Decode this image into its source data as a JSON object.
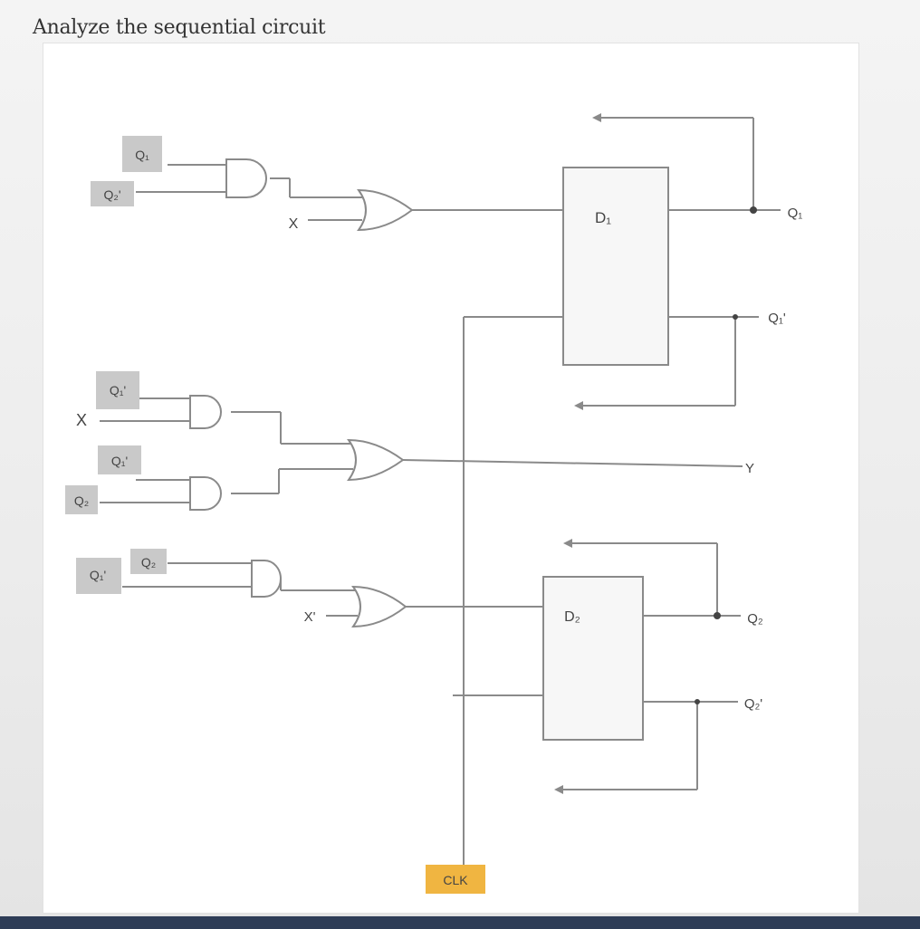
{
  "title": "Analyze the sequential circuit",
  "labels": {
    "top_and_in1": "Q₁",
    "top_and_in2": "Q₂'",
    "top_or_x": "X",
    "ff1_d": "D₁",
    "ff1_q": "Q₁",
    "ff1_qn": "Q₁'",
    "mid_and1_in1": "Q₁'",
    "mid_and1_x": "X",
    "mid_and2_in1": "Q₁'",
    "mid_and2_in2": "Q₂",
    "output_y": "Y",
    "bot_and_in1": "Q₂",
    "bot_and_in2": "Q₁'",
    "bot_or_x": "X'",
    "ff2_d": "D₂",
    "ff2_q": "Q₂",
    "ff2_qn": "Q₂'",
    "clk": "CLK"
  },
  "colors": {
    "wire": "#8a8a8a",
    "gate": "#8a8a8a",
    "tag": "#c9c9c9",
    "clk_tag": "#f0b541",
    "panel": "#ffffff"
  }
}
